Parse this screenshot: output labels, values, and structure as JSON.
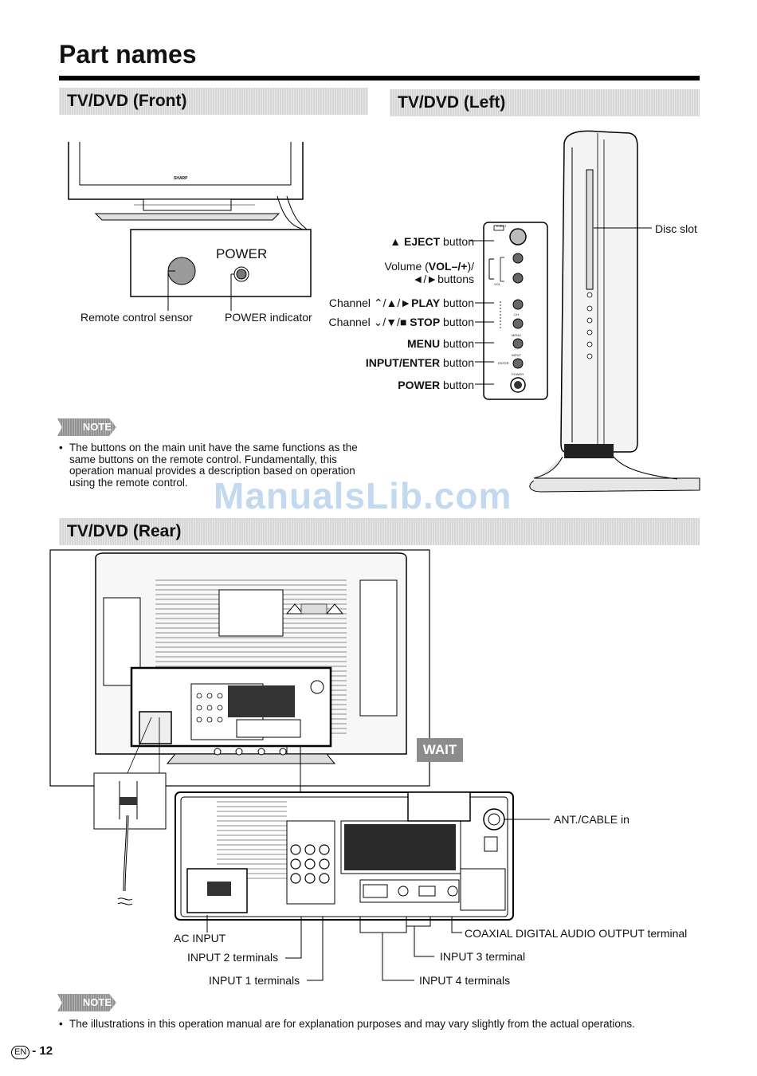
{
  "page": {
    "title": "Part names",
    "page_number": "- 12",
    "lang_badge": "EN"
  },
  "sections": {
    "front": "TV/DVD (Front)",
    "left": "TV/DVD (Left)",
    "rear": "TV/DVD (Rear)"
  },
  "front": {
    "brand": "SHARP",
    "power_box_label": "POWER",
    "remote_sensor": "Remote control sensor",
    "power_indicator": "POWER indicator"
  },
  "left": {
    "disc_slot": "Disc slot",
    "eject": {
      "bold": "▲ EJECT",
      "rest": " button"
    },
    "volume_1": {
      "pre": "Volume (",
      "bold": "VOL–/+",
      "post": ")/"
    },
    "volume_2": "◄/►buttons",
    "channel_up": {
      "pre": "Channel ⌃/▲/►",
      "bold": "PLAY",
      "post": " button"
    },
    "channel_down": {
      "pre": "Channel ⌄/▼/■ ",
      "bold": "STOP",
      "post": " button"
    },
    "menu": {
      "bold": "MENU",
      "rest": " button"
    },
    "input_enter": {
      "bold": "INPUT/ENTER",
      "rest": " button"
    },
    "power": {
      "bold": "POWER",
      "rest": " button"
    },
    "panel_tiny": {
      "eject": "EJECT",
      "vol": "VOL",
      "ch": "CH",
      "menu": "MENU",
      "input": "INPUT",
      "enter": "ENTER",
      "power": "POWER"
    }
  },
  "notes": {
    "badge": "NOTE",
    "note1": "The buttons on the main unit have the same functions as the same buttons on the remote control. Fundamentally, this operation manual provides a description based on operation using the remote control.",
    "note2": "The illustrations in this operation manual are for explanation purposes and may vary slightly from the actual operations."
  },
  "rear": {
    "ant_cable": "ANT./CABLE in",
    "coaxial": "COAXIAL DIGITAL AUDIO OUTPUT terminal",
    "ac_input": "AC INPUT",
    "input2": "INPUT 2 terminals",
    "input3": "INPUT 3 terminal",
    "input1": "INPUT 1 terminals",
    "input4": "INPUT 4 terminals"
  },
  "overlays": {
    "watermark": "ManualsLib.com",
    "wait": "WAIT"
  }
}
